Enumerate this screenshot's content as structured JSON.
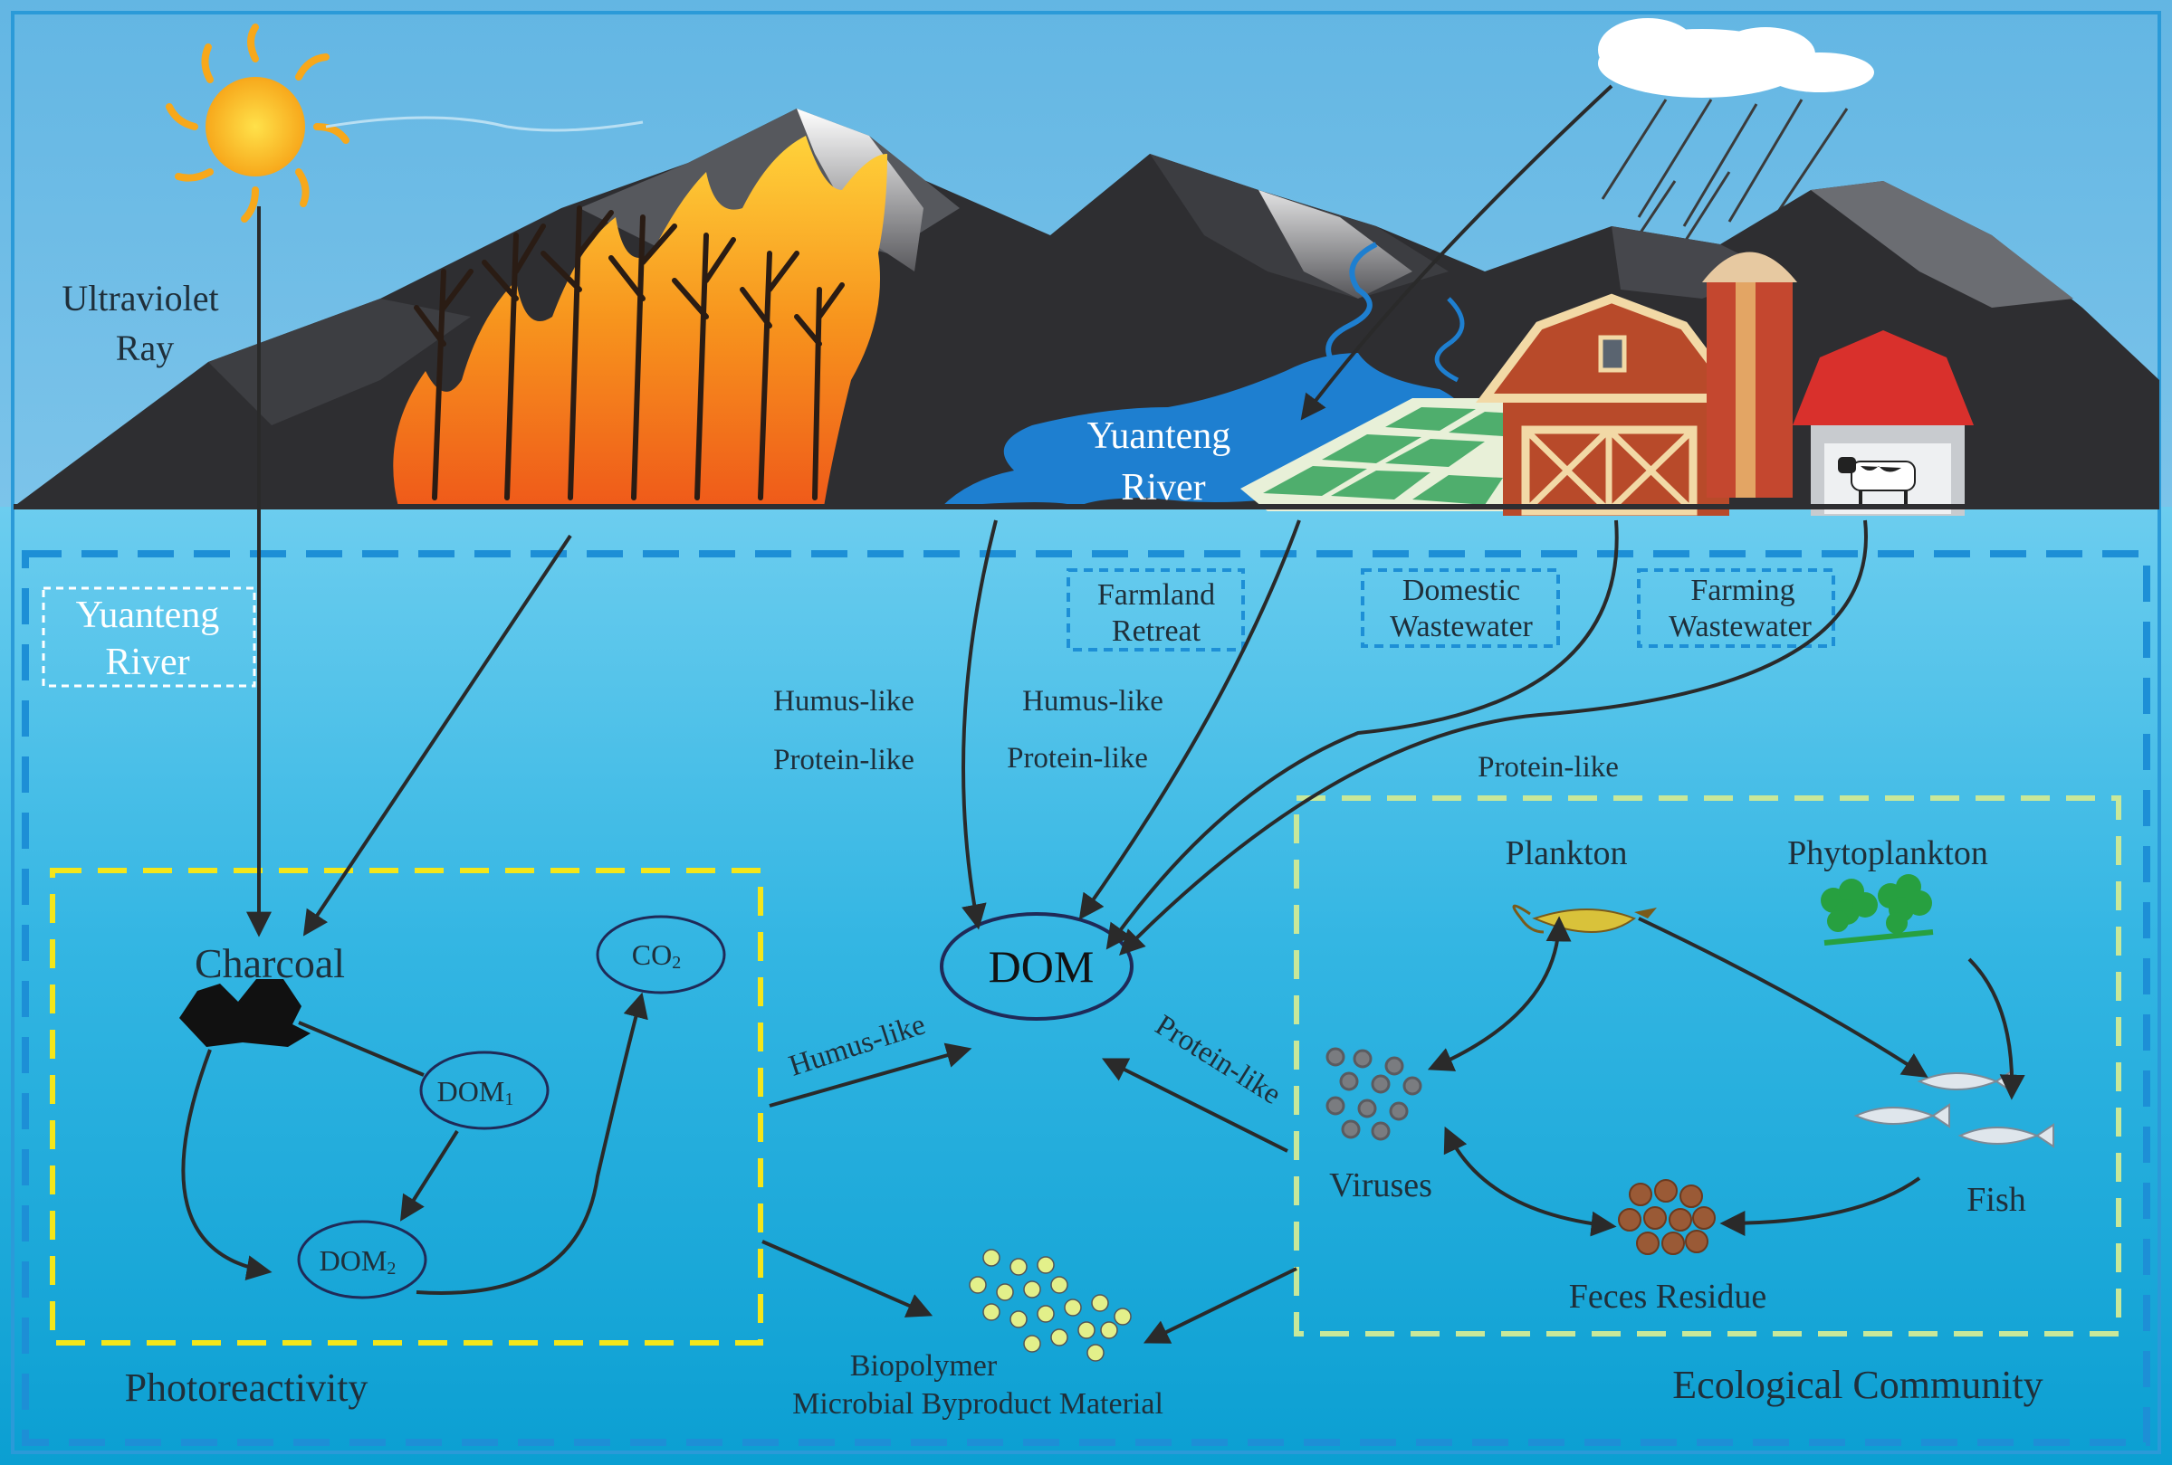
{
  "labels": {
    "ultraviolet_line1": "Ultraviolet",
    "ultraviolet_line2": "Ray",
    "river_top_line1": "Yuanteng",
    "river_top_line2": "River",
    "river_box_line1": "Yuanteng",
    "river_box_line2": "River",
    "farmland_line1": "Farmland",
    "farmland_line2": "Retreat",
    "domestic_line1": "Domestic",
    "domestic_line2": "Wastewater",
    "farming_line1": "Farming",
    "farming_line2": "Wastewater",
    "humus_left": "Humus-like",
    "protein_left": "Protein-like",
    "humus_mid": "Humus-like",
    "protein_mid": "Protein-like",
    "protein_right": "Protein-like",
    "charcoal": "Charcoal",
    "co2": "CO",
    "co2_sub": "2",
    "dom1": "DOM",
    "dom1_sub": "1",
    "dom2": "DOM",
    "dom2_sub": "2",
    "dom": "DOM",
    "humus_arrow": "Humus-like",
    "protein_arrow": "Protein-like",
    "plankton": "Plankton",
    "phytoplankton": "Phytoplankton",
    "viruses": "Viruses",
    "fish": "Fish",
    "feces": "Feces Residue",
    "biopolymer_line1": "Biopolymer",
    "biopolymer_line2": "Microbial Byproduct Material",
    "photoreactivity": "Photoreactivity",
    "ecological": "Ecological Community"
  },
  "colors": {
    "sky": "#6cbbe3",
    "water_top": "#5cc4ea",
    "water_bottom": "#0a9fd0",
    "mountain_dark": "#2e2e31",
    "fire": "#f68a1e",
    "barn_red": "#b84a2a",
    "roof_red": "#d9302c",
    "yellow_box": "#f4e61a",
    "green_box": "#c8e89a",
    "blue_dash": "#1d8fd6",
    "arrow": "#2a2a2a"
  },
  "icons": [
    "sun-icon",
    "cloud-icon",
    "rain-icon",
    "fire-trees-icon",
    "barn-icon",
    "silo-icon",
    "cow-shed-icon",
    "farmland-icon",
    "charcoal-icon",
    "plankton-icon",
    "phytoplankton-icon",
    "virus-icon",
    "fish-icon",
    "feces-icon",
    "biopolymer-icon"
  ]
}
